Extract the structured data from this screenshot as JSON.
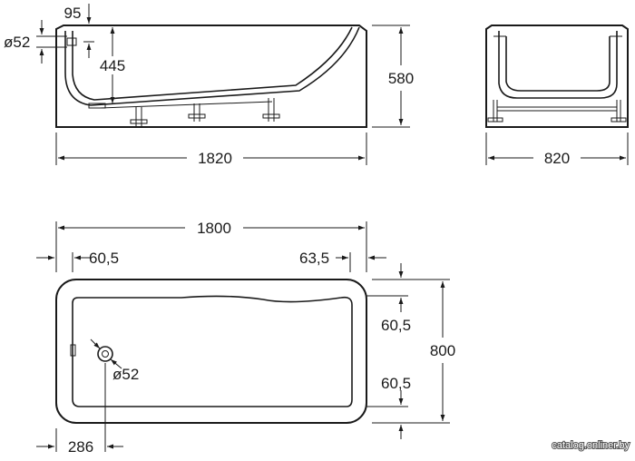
{
  "side_view": {
    "dim_length": "1820",
    "dim_height": "580",
    "dim_inner_height": "445",
    "dim_overflow_offset": "95",
    "dim_overflow_diameter": "ø52"
  },
  "end_view": {
    "dim_width": "820"
  },
  "top_view": {
    "dim_inner_length": "1800",
    "dim_left_rim": "60,5",
    "dim_right_rim": "63,5",
    "dim_width": "800",
    "dim_rim_top": "60,5",
    "dim_rim_bottom": "60,5",
    "dim_drain_diameter": "ø52",
    "dim_drain_offset": "286"
  },
  "watermark": "catalog.onliner.by"
}
